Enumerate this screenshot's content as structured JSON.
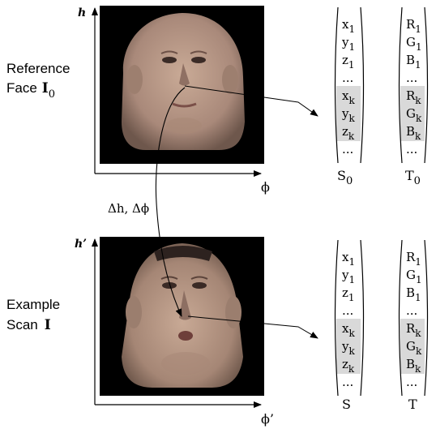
{
  "reference": {
    "label_line1": "Reference",
    "label_line2": "Face",
    "label_symbol": "I",
    "label_subscript": "0",
    "axis_v_label": "h",
    "axis_h_label": "ϕ",
    "shape_vector_label": "S",
    "shape_vector_sub": "0",
    "texture_vector_label": "T",
    "texture_vector_sub": "0"
  },
  "example": {
    "label_line1": "Example",
    "label_line2": "Scan",
    "label_symbol": "I",
    "axis_v_label": "h’",
    "axis_h_label": "ϕ’",
    "shape_vector_label": "S",
    "texture_vector_label": "T"
  },
  "deformation_label": "Δh, Δϕ",
  "shape_entries": [
    {
      "base": "x",
      "sub": "1"
    },
    {
      "base": "y",
      "sub": "1"
    },
    {
      "base": "z",
      "sub": "1"
    },
    {
      "base": "...",
      "sub": ""
    },
    {
      "base": "x",
      "sub": "k"
    },
    {
      "base": "y",
      "sub": "k"
    },
    {
      "base": "z",
      "sub": "k"
    },
    {
      "base": "...",
      "sub": ""
    }
  ],
  "texture_entries": [
    {
      "base": "R",
      "sub": "1"
    },
    {
      "base": "G",
      "sub": "1"
    },
    {
      "base": "B",
      "sub": "1"
    },
    {
      "base": "...",
      "sub": ""
    },
    {
      "base": "R",
      "sub": "k"
    },
    {
      "base": "G",
      "sub": "k"
    },
    {
      "base": "B",
      "sub": "k"
    },
    {
      "base": "...",
      "sub": ""
    }
  ],
  "colors": {
    "highlight": "#d9d9d9",
    "image_background": "#000000",
    "skin": "#b79a86",
    "line": "#000000"
  }
}
